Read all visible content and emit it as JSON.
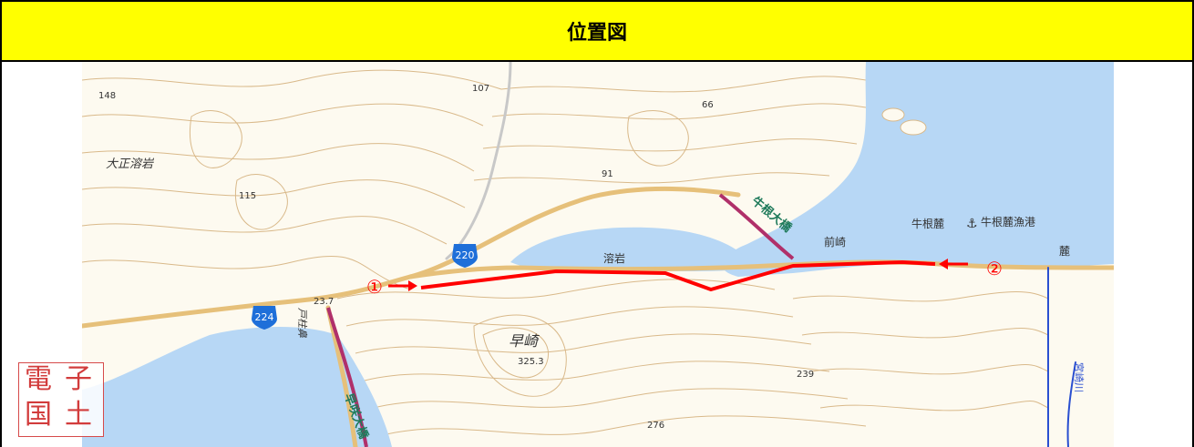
{
  "header": {
    "title": "位置図"
  },
  "map": {
    "elevations": [
      "148",
      "107",
      "66",
      "115",
      "91",
      "23.7",
      "325.3",
      "239",
      "276"
    ],
    "place_labels": {
      "taisho_yogan": "大正溶岩",
      "yogan": "溶岩",
      "maesaki": "前崎",
      "ushine": "牛根麓",
      "ushine_port": "牛根麓漁港",
      "fumoto": "麓",
      "hayasaki": "早崎",
      "toshirahana": "戸柱鼻",
      "miyasaki_river": "宮崎川"
    },
    "bridge_labels": {
      "ushine_bridge": "牛根大橋",
      "hayasaki_bridge": "早咲大橋"
    },
    "route_shields": [
      "220",
      "224"
    ],
    "route_markers": {
      "start": "①",
      "end": "②"
    },
    "colors": {
      "sea": "#b7d7f5",
      "land": "#fdfaf0",
      "contour": "#d9b98a",
      "road": "#e6c07a",
      "bridge": "#b0306a",
      "route": "#ff0000",
      "shield": "#1e6fd9",
      "river": "#2a4fd0"
    }
  },
  "seal": {
    "chars": [
      "電",
      "子",
      "国",
      "土"
    ]
  }
}
